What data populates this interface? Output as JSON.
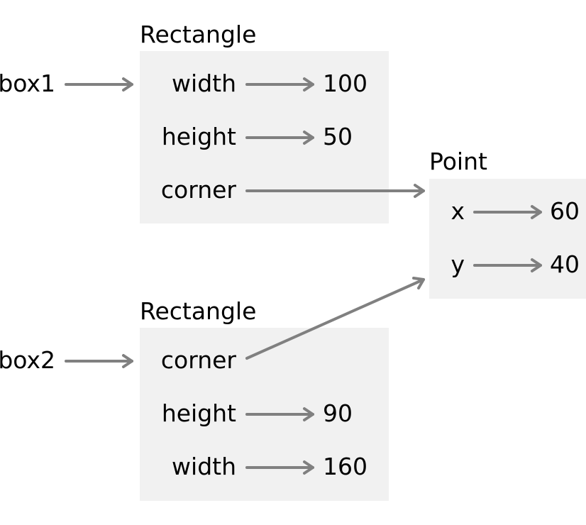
{
  "diagram": {
    "type": "state-diagram",
    "colors": {
      "box_fill": "#f1f1f1",
      "arrow": "#808080",
      "text": "#000000"
    },
    "variables": [
      {
        "name": "box1",
        "target": "rect1"
      },
      {
        "name": "box2",
        "target": "rect2"
      }
    ],
    "objects": {
      "rect1": {
        "type_label": "Rectangle",
        "attributes": [
          {
            "name": "width",
            "value": "100"
          },
          {
            "name": "height",
            "value": "50"
          },
          {
            "name": "corner",
            "ref": "point"
          }
        ]
      },
      "rect2": {
        "type_label": "Rectangle",
        "attributes": [
          {
            "name": "corner",
            "ref": "point"
          },
          {
            "name": "height",
            "value": "90"
          },
          {
            "name": "width",
            "value": "160"
          }
        ]
      },
      "point": {
        "type_label": "Point",
        "attributes": [
          {
            "name": "x",
            "value": "60"
          },
          {
            "name": "y",
            "value": "40"
          }
        ]
      }
    }
  }
}
